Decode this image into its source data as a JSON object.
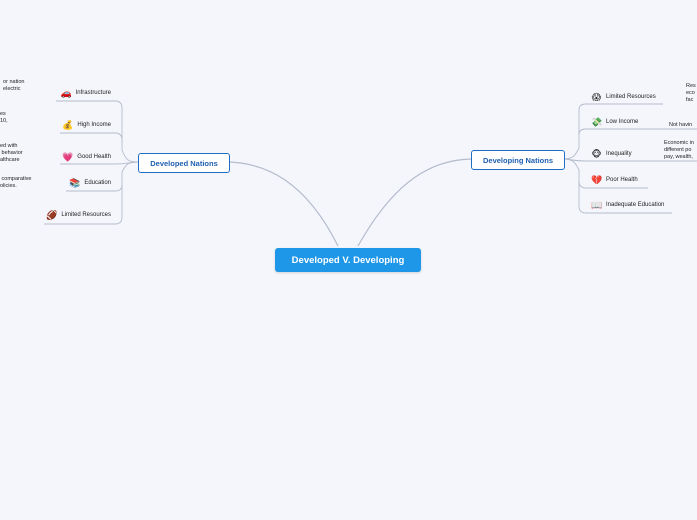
{
  "central": {
    "label": "Developed V. Developing"
  },
  "developed": {
    "label": "Developed Nations",
    "items": [
      {
        "label": "Infrastructure",
        "icon": "car-icon",
        "glyph": "🚗",
        "note": "  or nation\n  electric"
      },
      {
        "label": "High Income",
        "icon": "money-bag-icon",
        "glyph": "💰",
        "note": "es\n10,"
      },
      {
        "label": "Good Health",
        "icon": "heart-icon",
        "glyph": "💗",
        "note": "ed with\n behavior\nalthcare"
      },
      {
        "label": "Education",
        "icon": "books-icon",
        "glyph": "📚",
        "note": " comparative\nolicies."
      },
      {
        "label": "Limited Resources",
        "icon": "football-icon",
        "glyph": "🏈",
        "note": ""
      }
    ]
  },
  "developing": {
    "label": "Developing Nations",
    "items": [
      {
        "label": "Limited Resources",
        "icon": "scared-face-icon",
        "glyph": "😱",
        "note": "Res\neco\nfac"
      },
      {
        "label": "Low Income",
        "icon": "flying-money-icon",
        "glyph": "💸",
        "note": "Not havin"
      },
      {
        "label": "Inequality",
        "icon": "monkey-face-icon",
        "glyph": "🐵",
        "note": "Economic in\ndifferent po\npay, wealth,"
      },
      {
        "label": "Poor Health",
        "icon": "broken-heart-icon",
        "glyph": "💔",
        "note": ""
      },
      {
        "label": "Inadequate Education",
        "icon": "open-book-icon",
        "glyph": "📖",
        "note": ""
      }
    ]
  },
  "colors": {
    "central": "#1e97e8",
    "main_border": "#1f6ec4",
    "link": "#b4bccb"
  }
}
